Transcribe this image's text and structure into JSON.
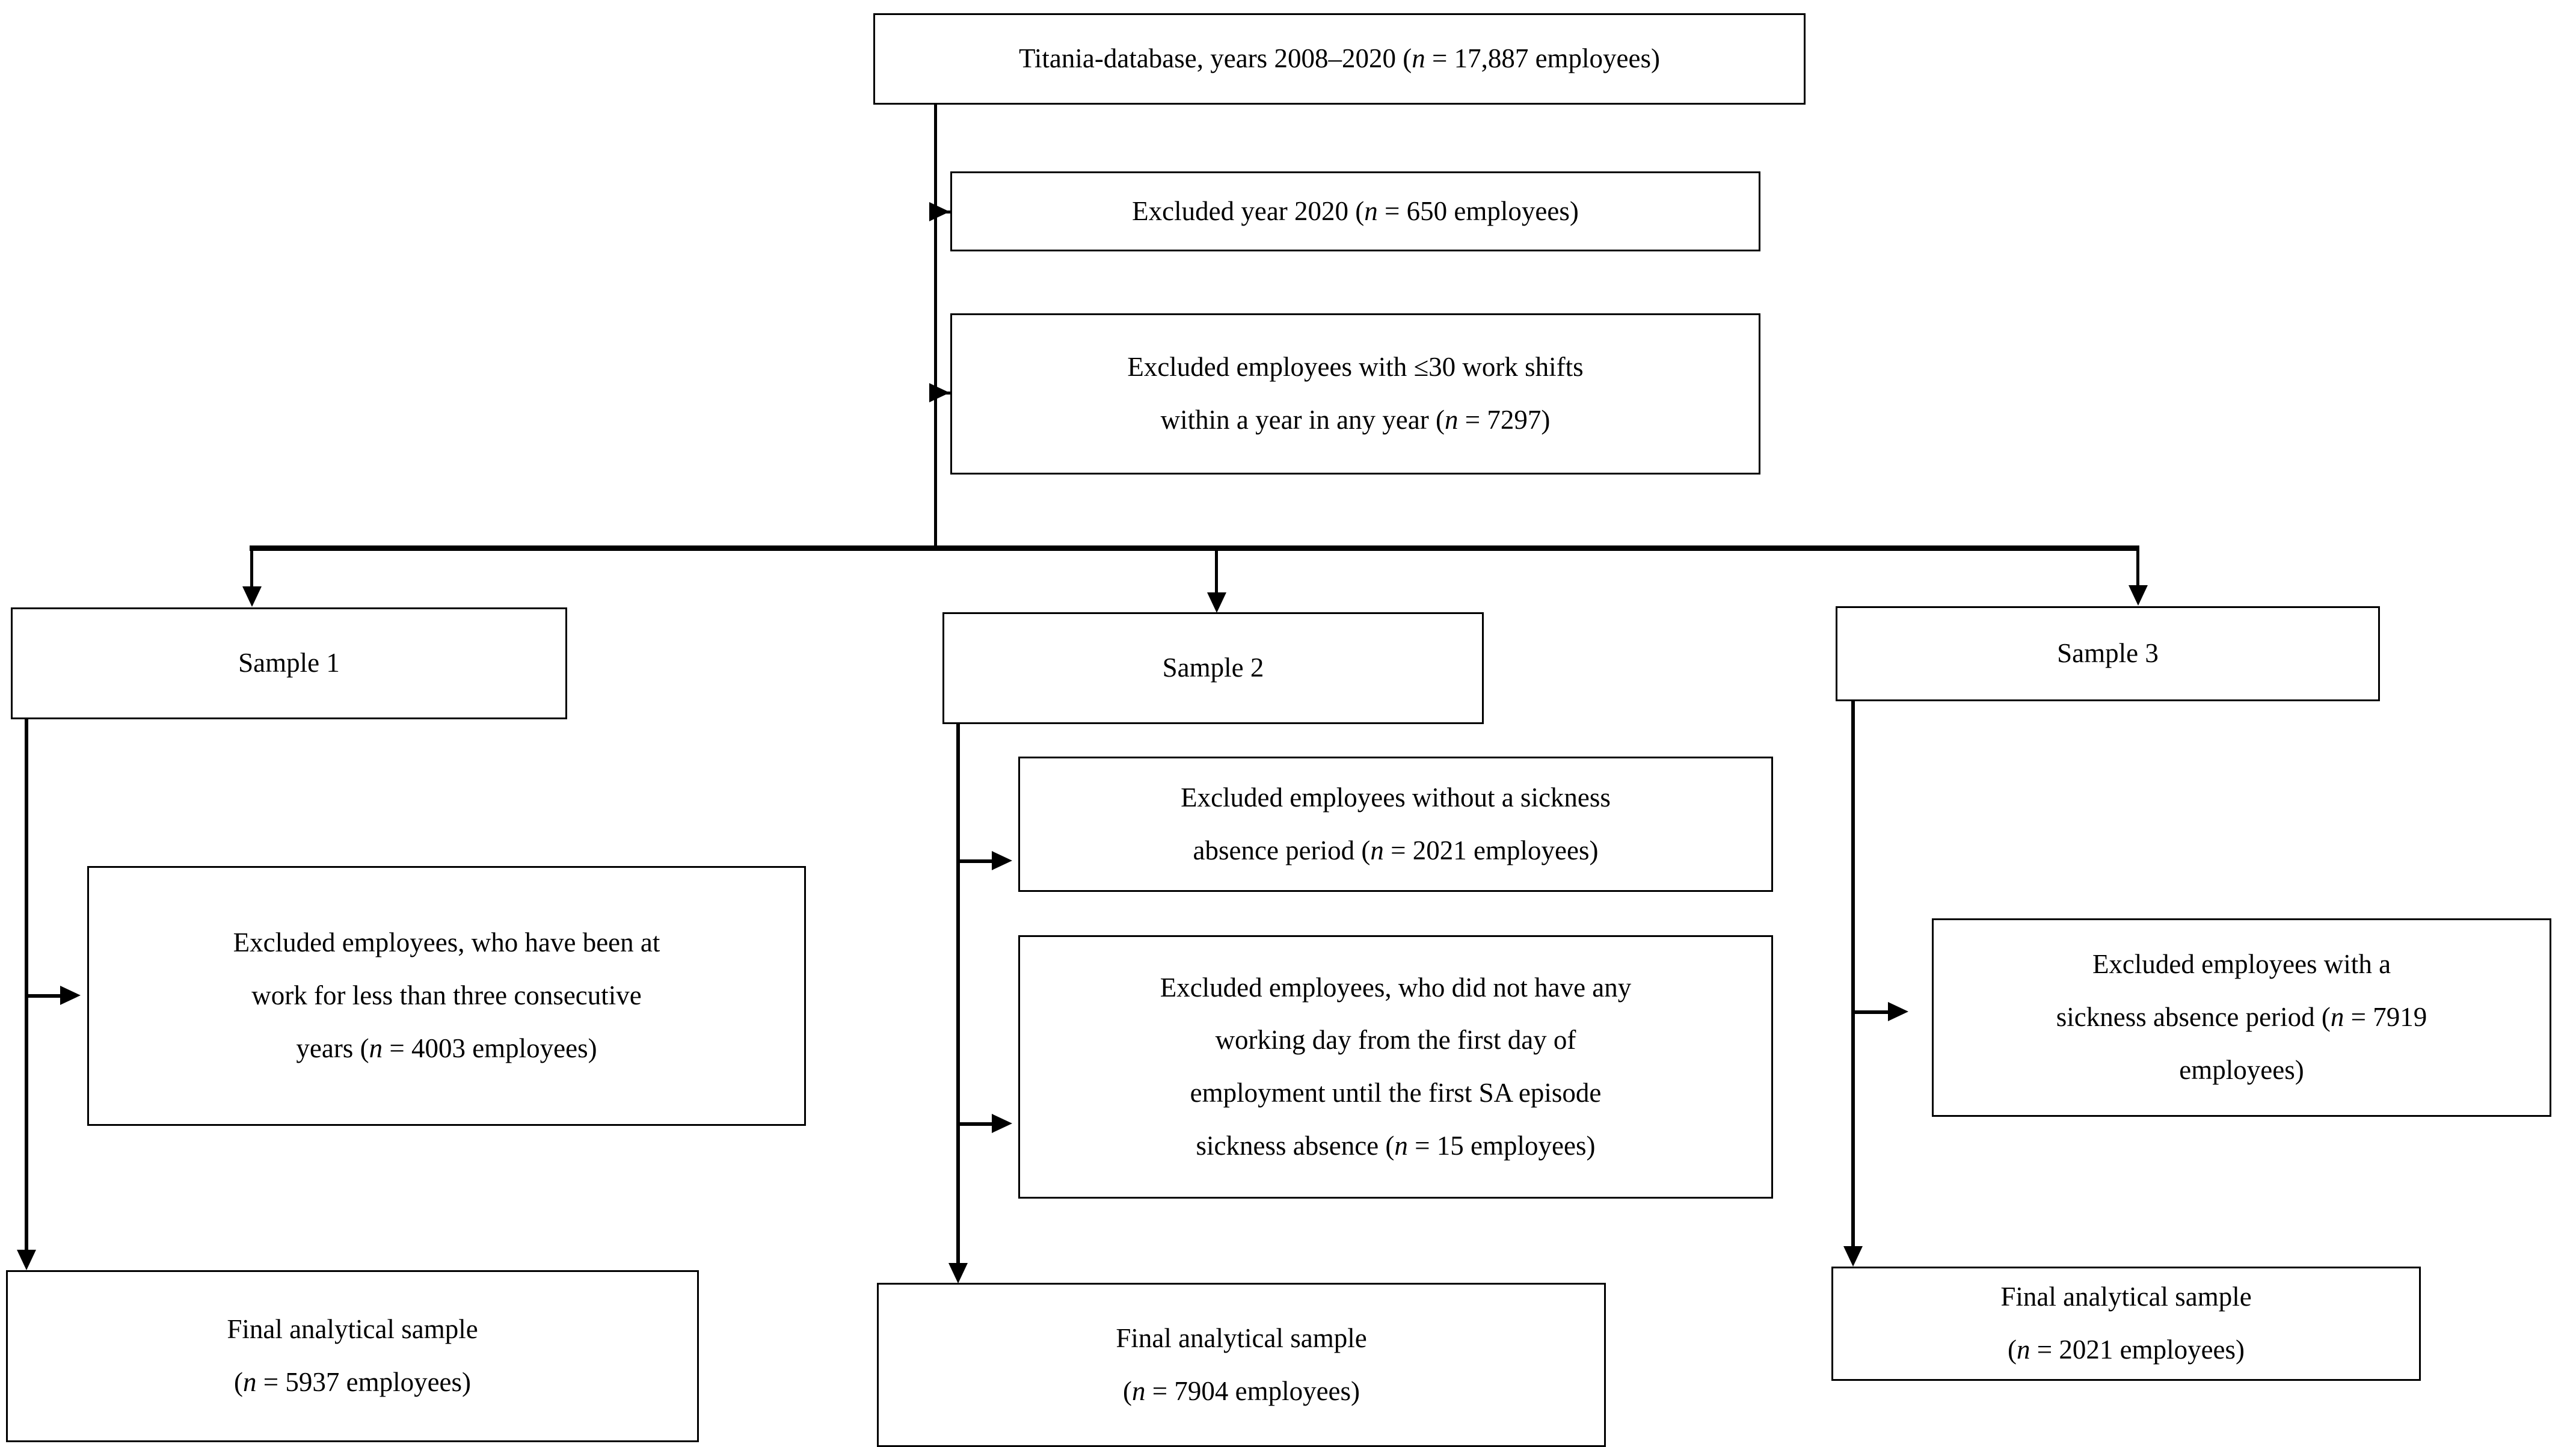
{
  "diagram": {
    "title": "Study sample selection flowchart",
    "type": "flowchart",
    "stroke_color": "#000000",
    "background_color": "#ffffff"
  },
  "source": {
    "id": "source-box",
    "line1_a": "Titania-database, years 2008–2020 (",
    "line1_n": "n",
    "line1_b": " = 17,887 employees)"
  },
  "global_exclusions": [
    {
      "id": "excluded-year-2020",
      "line1_a": "Excluded year 2020 (",
      "line1_n": "n",
      "line1_b": " = 650 employees)"
    },
    {
      "id": "excluded-low-shifts",
      "line1": "Excluded employees with ≤30 work shifts",
      "line2_a": "within a year in any year (",
      "line2_n": "n",
      "line2_b": " = 7297)"
    }
  ],
  "samples": [
    {
      "id": "sample-1",
      "label": "Sample 1",
      "exclusion": {
        "id": "sample-1-exclusion",
        "line1": "Excluded employees, who have been at",
        "line2": "work for less than three consecutive",
        "line3_a": "years (",
        "line3_n": "n",
        "line3_b": " = 4003 employees)"
      },
      "final": {
        "id": "sample-1-final",
        "line1": "Final analytical sample",
        "line2_a": "(",
        "line2_n": "n",
        "line2_b": " = 5937 employees)"
      }
    },
    {
      "id": "sample-2",
      "label": "Sample 2",
      "exclusion_a": {
        "id": "sample-2-exclusion-a",
        "line1": "Excluded employees without a sickness",
        "line2_a": "absence period (",
        "line2_n": "n",
        "line2_b": " = 2021 employees)"
      },
      "exclusion_b": {
        "id": "sample-2-exclusion-b",
        "line1": "Excluded employees, who did not have any",
        "line2": "working day from the first day of",
        "line3": "employment until the first SA episode",
        "line4_a": "sickness absence (",
        "line4_n": "n",
        "line4_b": " = 15 employees)"
      },
      "final": {
        "id": "sample-2-final",
        "line1": "Final analytical sample",
        "line2_a": "(",
        "line2_n": "n",
        "line2_b": " = 7904 employees)"
      }
    },
    {
      "id": "sample-3",
      "label": "Sample 3",
      "exclusion": {
        "id": "sample-3-exclusion",
        "line1": "Excluded employees with a",
        "line2_a": "sickness absence period (",
        "line2_n": "n",
        "line2_b": " = 7919",
        "line3": "employees)"
      },
      "final": {
        "id": "sample-3-final",
        "line1": "Final analytical sample",
        "line2_a": "(",
        "line2_n": "n",
        "line2_b": " = 2021 employees)"
      }
    }
  ]
}
